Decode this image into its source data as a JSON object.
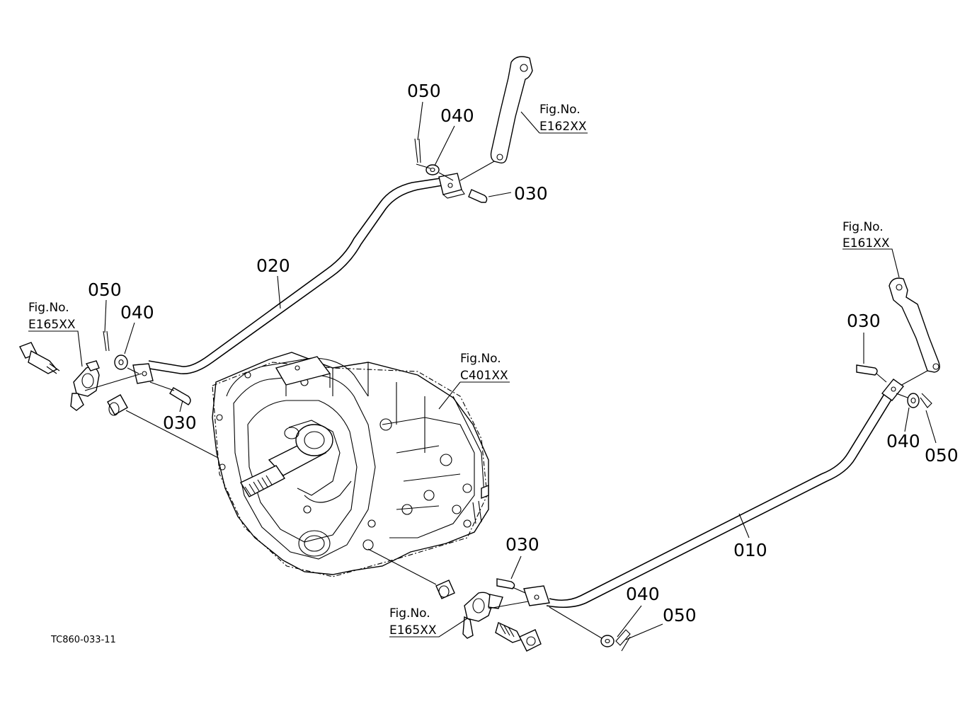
{
  "diagram": {
    "code": "TC860-033-11",
    "part_labels": {
      "p050_top": "050",
      "p040_top": "040",
      "p030_top": "030",
      "p020": "020",
      "p050_left": "050",
      "p040_left": "040",
      "p030_left": "030",
      "p030_right": "030",
      "p040_right": "040",
      "p050_right": "050",
      "p010": "010",
      "p030_bottom": "030",
      "p040_bottom": "040",
      "p050_bottom": "050"
    },
    "figure_refs": {
      "fig_label": "Fig.No.",
      "e162": "E162XX",
      "e161": "E161XX",
      "e165_left": "E165XX",
      "c401": "C401XX",
      "e165_bottom": "E165XX"
    }
  }
}
